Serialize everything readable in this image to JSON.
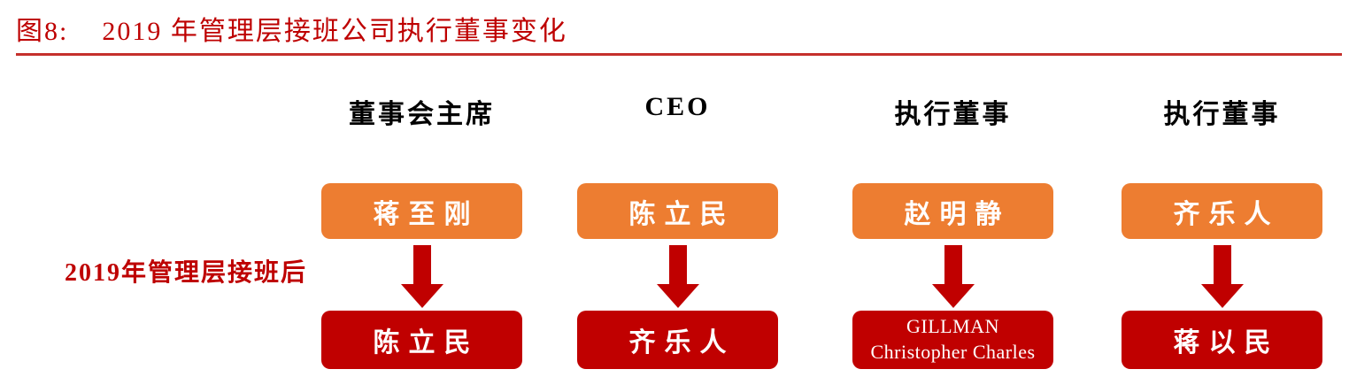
{
  "figure_label": "图8:",
  "figure_title": "2019 年管理层接班公司执行董事变化",
  "row_label": "2019年管理层接班后",
  "columns": [
    {
      "header": "董事会主席",
      "before": "蒋至刚",
      "after_line1": "陈立民",
      "after_line2": ""
    },
    {
      "header": "CEO",
      "before": "陈立民",
      "after_line1": "齐乐人",
      "after_line2": ""
    },
    {
      "header": "执行董事",
      "before": "赵明静",
      "after_line1": "GILLMAN",
      "after_line2": "Christopher Charles"
    },
    {
      "header": "执行董事",
      "before": "齐乐人",
      "after_line1": "蒋以民",
      "after_line2": ""
    }
  ],
  "colors": {
    "title_red": "#BE0000",
    "rule_red": "#C5302C",
    "box_orange": "#ED7D31",
    "box_red": "#C00000",
    "arrow_red": "#C00000",
    "header_black": "#000000",
    "box_text_white": "#FFFFFF"
  }
}
